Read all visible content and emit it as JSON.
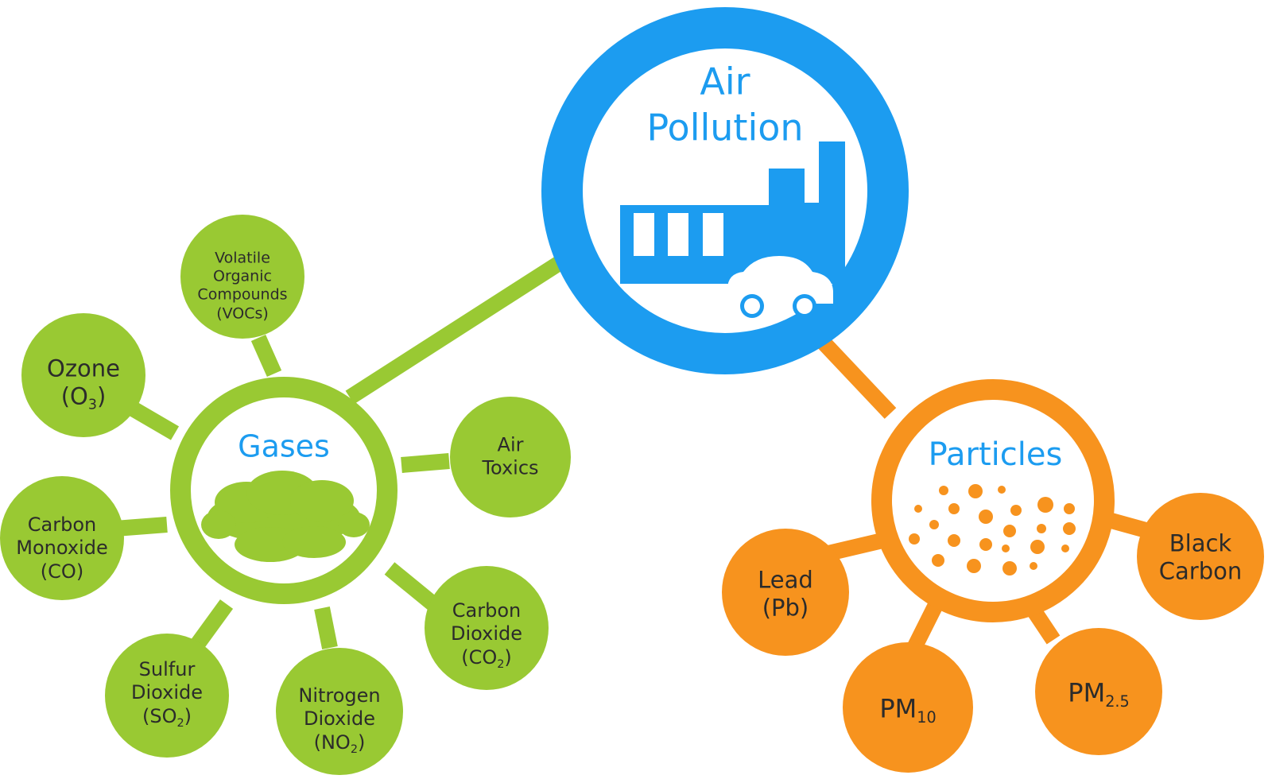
{
  "diagram": {
    "main": {
      "line1": "Air",
      "line2": "Pollution"
    },
    "gases": {
      "title": "Gases",
      "items": {
        "ozone": {
          "l1": "Ozone",
          "l2": "(O",
          "sub": "3",
          "l2end": ")"
        },
        "vocs": {
          "l1": "Volatile",
          "l2": "Organic",
          "l3": "Compounds",
          "l4": "(VOCs)"
        },
        "toxics": {
          "l1": "Air",
          "l2": "Toxics"
        },
        "co": {
          "l1": "Carbon",
          "l2": "Monoxide",
          "l3": "(CO)"
        },
        "co2": {
          "l1": "Carbon",
          "l2": "Dioxide",
          "l3": "(CO",
          "sub": "2",
          "l3end": ")"
        },
        "so2": {
          "l1": "Sulfur",
          "l2": "Dioxide",
          "l3": "(SO",
          "sub": "2",
          "l3end": ")"
        },
        "no2": {
          "l1": "Nitrogen",
          "l2": "Dioxide",
          "l3": "(NO",
          "sub": "2",
          "l3end": ")"
        }
      }
    },
    "particles": {
      "title": "Particles",
      "items": {
        "lead": {
          "l1": "Lead",
          "l2": "(Pb)"
        },
        "black": {
          "l1": "Black",
          "l2": "Carbon"
        },
        "pm10": {
          "base": "PM",
          "sub": "10"
        },
        "pm25": {
          "base": "PM",
          "sub": "2.5"
        }
      }
    },
    "colors": {
      "blue": "#1c9cf0",
      "green": "#99c933",
      "orange": "#f7931e",
      "white": "#ffffff"
    },
    "icons": {
      "main": "factory-car-icon",
      "gases": "cloud-icon",
      "particles": "particles-dots-icon"
    }
  }
}
